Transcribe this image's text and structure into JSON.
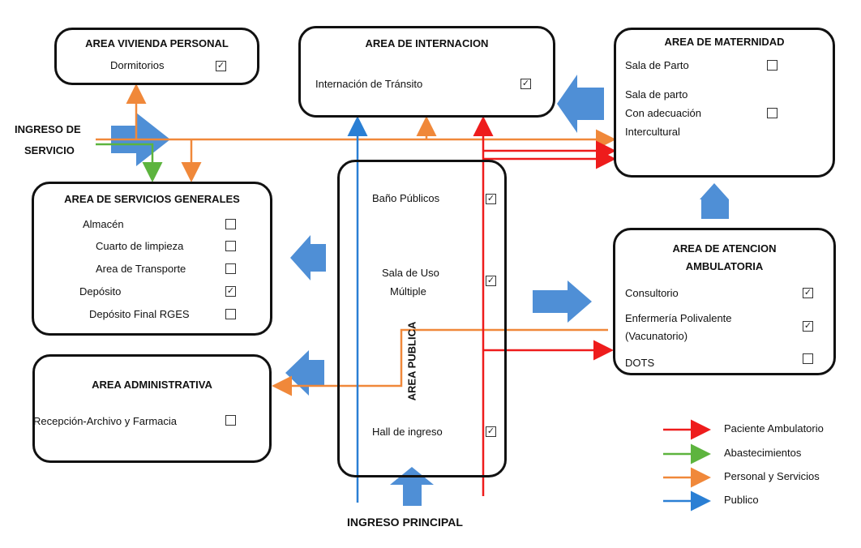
{
  "colors": {
    "paciente": "#ee1c1c",
    "abastecimientos": "#5db43e",
    "personal": "#f0883a",
    "publico": "#2a7fd4",
    "big_arrow": "#4f8fd6"
  },
  "areas": {
    "vivienda": {
      "title": "AREA VIVIENDA PERSONAL",
      "items": [
        "Dormitorios"
      ]
    },
    "internacion": {
      "title": "AREA DE INTERNACION",
      "items": [
        "Internación de Tránsito"
      ]
    },
    "maternidad": {
      "title": "AREA DE MATERNIDAD",
      "items": [
        "Sala de Parto",
        "Sala de parto",
        "Con adecuación",
        "Intercultural"
      ]
    },
    "servicios": {
      "title": "AREA DE SERVICIOS GENERALES",
      "items": [
        "Almacén",
        "Cuarto de limpieza",
        "Area de Transporte",
        "Depósito",
        "Depósito Final RGES"
      ]
    },
    "administrativa": {
      "title": "AREA ADMINISTRATIVA",
      "items": [
        "Recepción-Archivo y Farmacia"
      ]
    },
    "publica": {
      "title": "AREA PUBLICA",
      "items": [
        "Baño  Públicos",
        "Sala de Uso",
        "Múltiple",
        "Hall de ingreso"
      ]
    },
    "ambulatoria": {
      "title_line1": "AREA DE ATENCION",
      "title_line2": "AMBULATORIA",
      "items": [
        "Consultorio",
        "Enfermería Polivalente",
        "(Vacunatorio)",
        "DOTS"
      ]
    }
  },
  "labels": {
    "ingreso_servicio_1": "INGRESO  DE",
    "ingreso_servicio_2": "SERVICIO",
    "ingreso_principal": "INGRESO PRINCIPAL"
  },
  "legend": [
    {
      "label": "Paciente Ambulatorio",
      "color_key": "paciente"
    },
    {
      "label": "Abastecimientos",
      "color_key": "abastecimientos"
    },
    {
      "label": "Personal y Servicios",
      "color_key": "personal"
    },
    {
      "label": "Publico",
      "color_key": "publico"
    }
  ],
  "checkmark": "✓"
}
